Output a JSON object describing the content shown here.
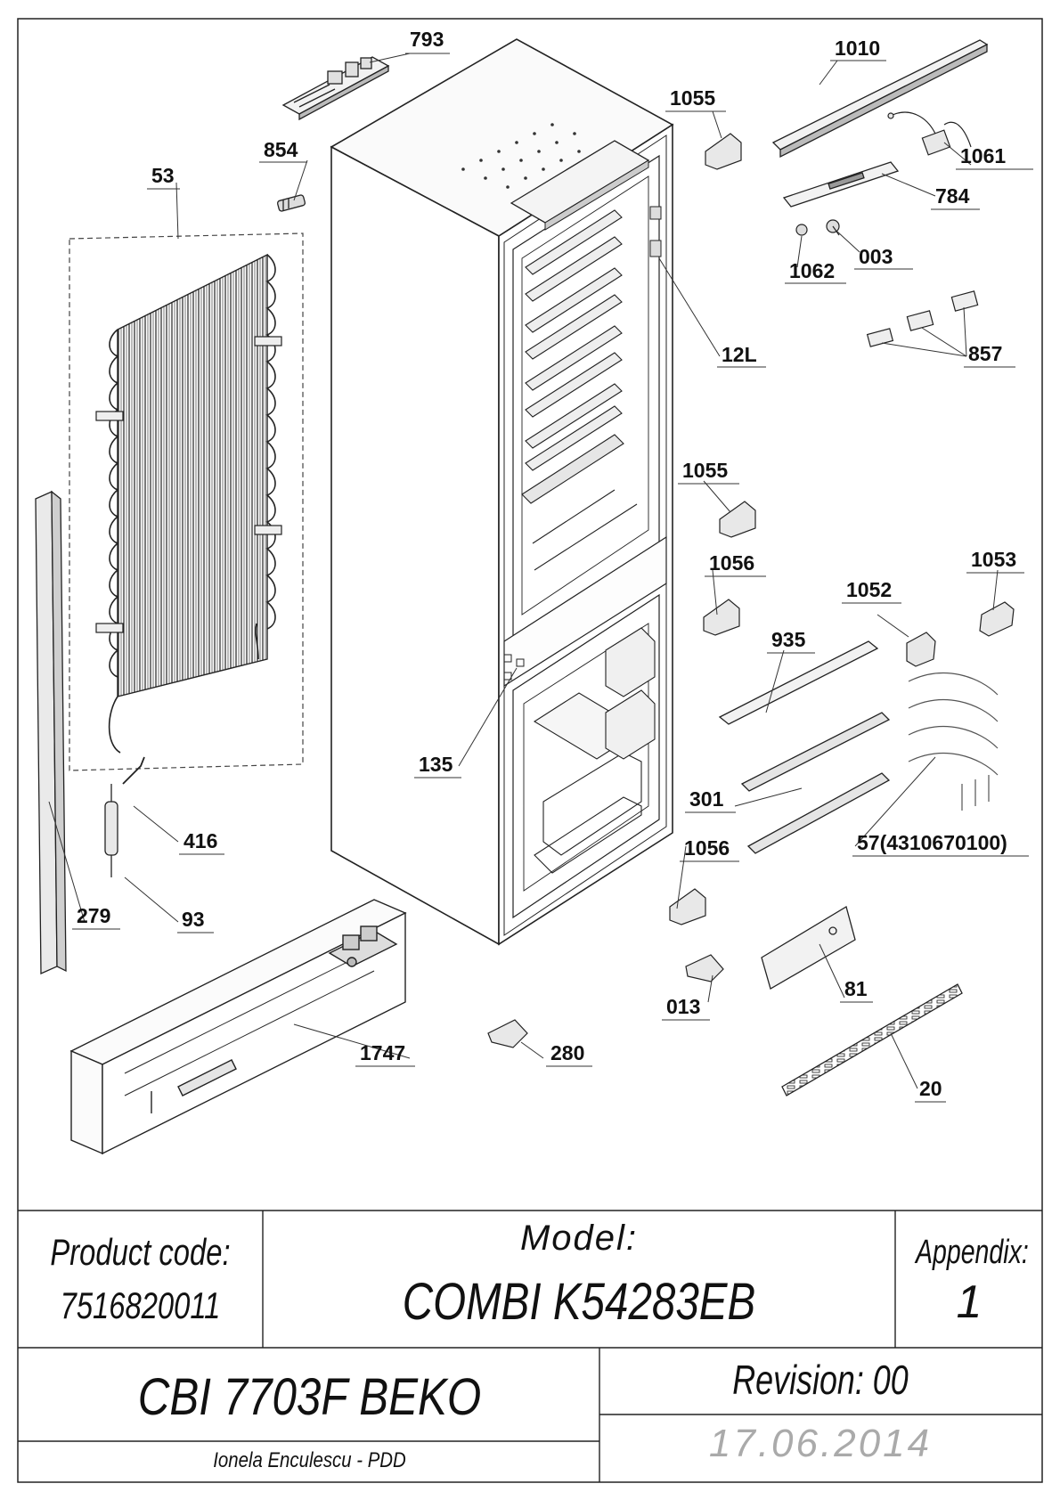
{
  "parts": [
    {
      "id": "793",
      "label": "793"
    },
    {
      "id": "1010",
      "label": "1010"
    },
    {
      "id": "1055a",
      "label": "1055"
    },
    {
      "id": "854",
      "label": "854"
    },
    {
      "id": "53",
      "label": "53"
    },
    {
      "id": "1061",
      "label": "1061"
    },
    {
      "id": "784",
      "label": "784"
    },
    {
      "id": "003",
      "label": "003"
    },
    {
      "id": "1062",
      "label": "1062"
    },
    {
      "id": "857",
      "label": "857"
    },
    {
      "id": "12L",
      "label": "12L"
    },
    {
      "id": "1055b",
      "label": "1055"
    },
    {
      "id": "1056a",
      "label": "1056"
    },
    {
      "id": "1053",
      "label": "1053"
    },
    {
      "id": "1052",
      "label": "1052"
    },
    {
      "id": "935",
      "label": "935"
    },
    {
      "id": "135",
      "label": "135"
    },
    {
      "id": "301",
      "label": "301"
    },
    {
      "id": "57",
      "label": "57(4310670100)"
    },
    {
      "id": "416",
      "label": "416"
    },
    {
      "id": "1056b",
      "label": "1056"
    },
    {
      "id": "279",
      "label": "279"
    },
    {
      "id": "93",
      "label": "93"
    },
    {
      "id": "81",
      "label": "81"
    },
    {
      "id": "013",
      "label": "013"
    },
    {
      "id": "1747",
      "label": "1747"
    },
    {
      "id": "280",
      "label": "280"
    },
    {
      "id": "20",
      "label": "20"
    }
  ],
  "title_block": {
    "product_code_label": "Product code:",
    "product_code_value": "7516820011",
    "model_label": "Model:",
    "model_value": "COMBI K54283EB",
    "appendix_label": "Appendix:",
    "appendix_value": "1",
    "product_name": "CBI 7703F BEKO",
    "revision": "Revision: 00",
    "author": "Ionela Enculescu - PDD",
    "date": "17.06.2014"
  }
}
